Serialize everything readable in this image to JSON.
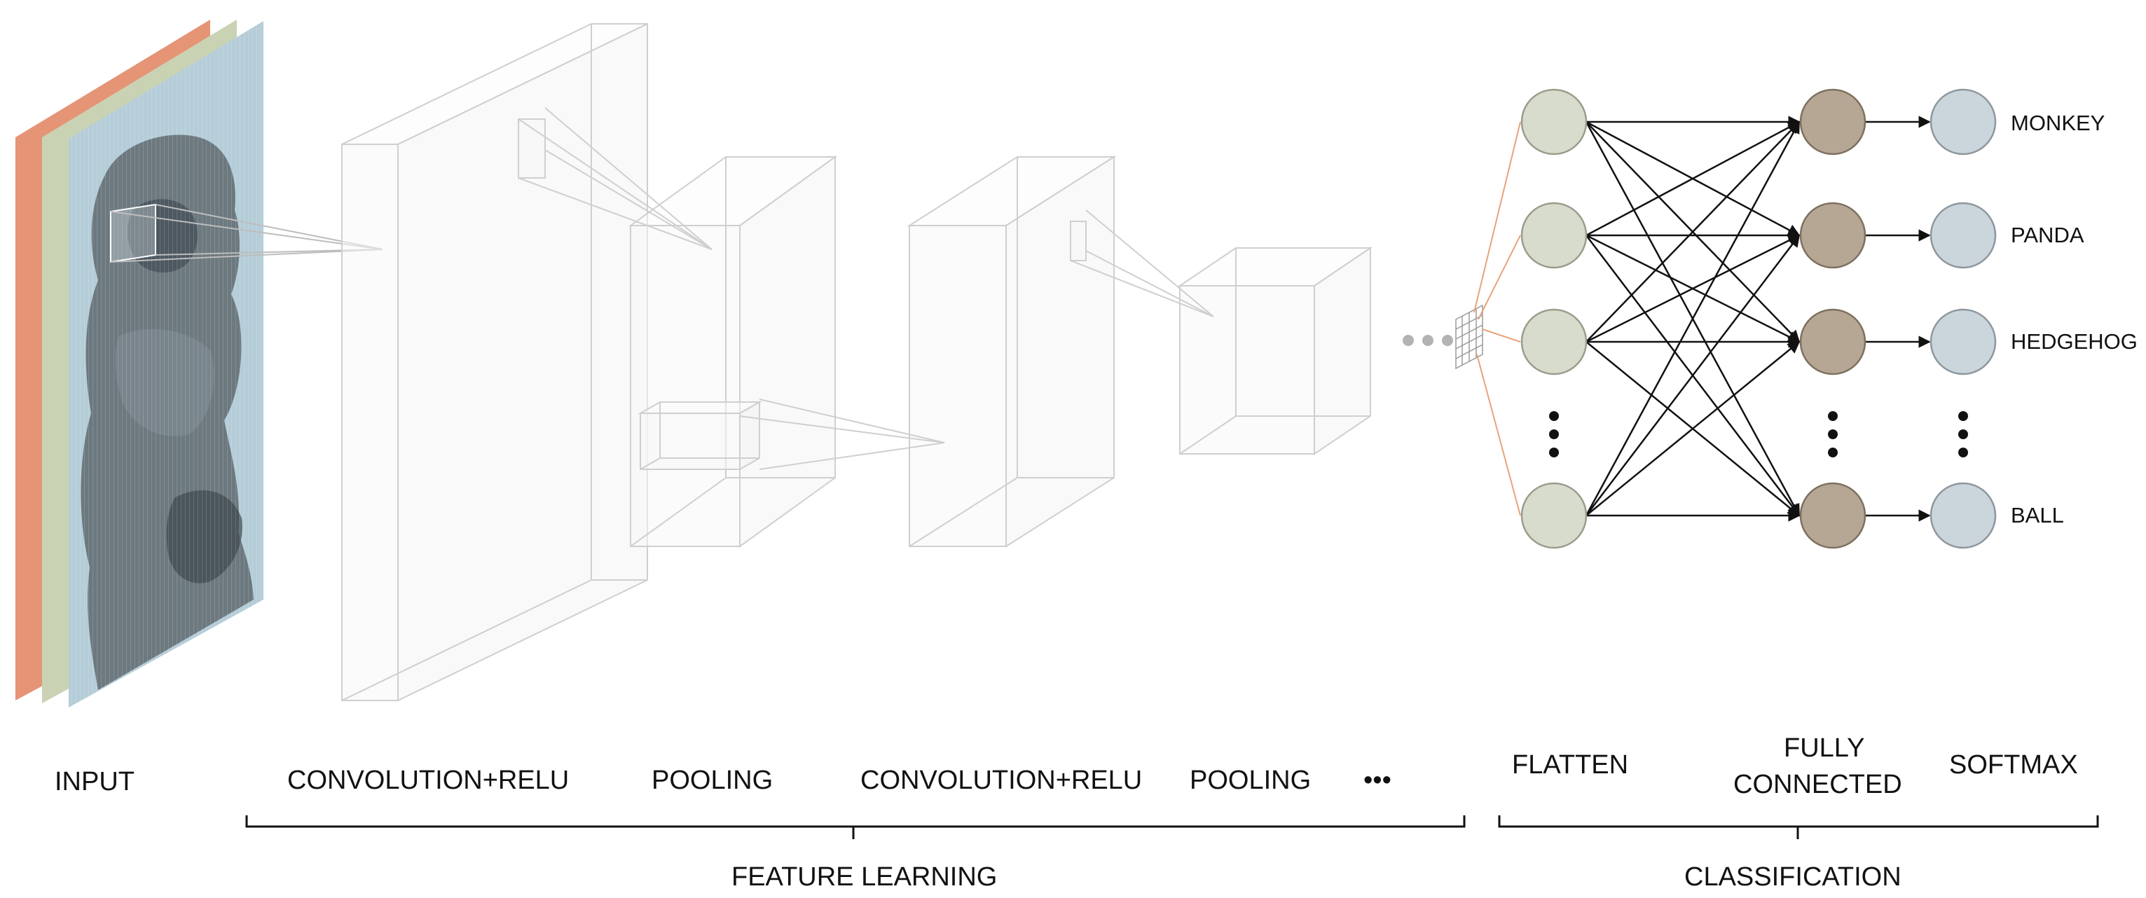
{
  "stage_labels": {
    "input": "INPUT",
    "conv1": "CONVOLUTION+RELU",
    "pool1": "POOLING",
    "conv2": "CONVOLUTION+RELU",
    "pool2": "POOLING",
    "more": "•••",
    "flatten": "FLATTEN",
    "fully_line1": "FULLY",
    "fully_line2": "CONNECTED",
    "softmax": "SOFTMAX"
  },
  "groups": {
    "feature_learning": "FEATURE LEARNING",
    "classification": "CLASSIFICATION"
  },
  "outputs": [
    "MONKEY",
    "PANDA",
    "HEDGEHOG",
    "BALL"
  ],
  "colors": {
    "channel_red": "#e59476",
    "channel_green": "#c9d3b4",
    "channel_blue": "#b5cdd8",
    "flatten_node": "#d8dccc",
    "fc_node": "#b5a793",
    "softmax_node": "#cbd5dc",
    "orange_line": "#e8a37c",
    "box_stroke": "#cfcfcf"
  },
  "icons": {
    "input_image": "monkey-photo"
  }
}
